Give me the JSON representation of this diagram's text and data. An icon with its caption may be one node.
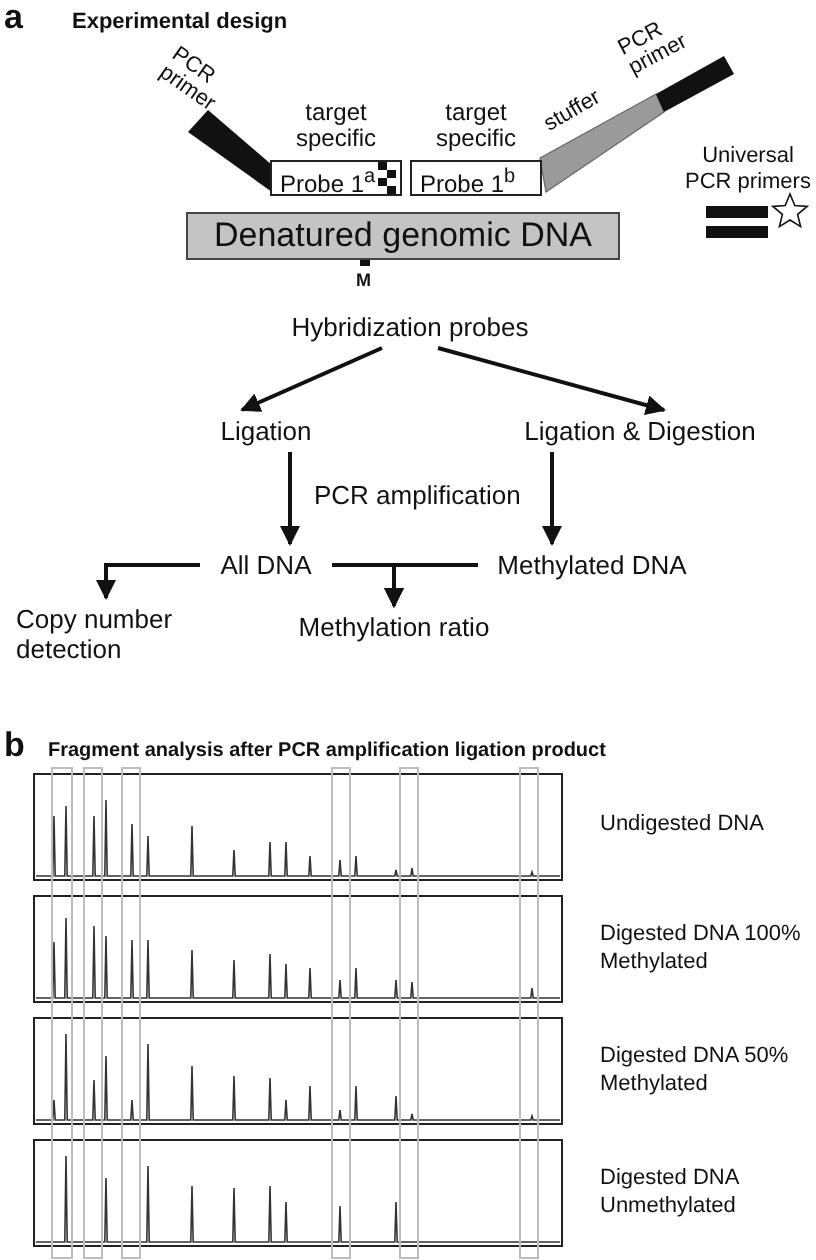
{
  "diagram": {
    "nodes": [
      {
        "text": [
          "target specific",
          "Probe 1$^{a}$"
        ]
      },
      {
        "text": [
          "target specific",
          "Probe 1$^{b}$"
        ]
      },
      {
        "text": [
          "Denatured genomic DNA"
        ],
        "beside": [
          "M"
        ]
      },
      {
        "text": [
          "Hybridization probes"
        ]
      },
      {
        "text": [
          "Ligation"
        ]
      },
      {
        "text": [
          "Ligation & Digestion"
        ]
      },
      {
        "text": [
          "All DNA"
        ]
      },
      {
        "text": [
          "Methylated DNA"
        ]
      },
      {
        "text": [
          "Copy number detection"
        ]
      },
      {
        "text": [
          "Methylation ratio"
        ]
      }
    ],
    "edges": [
      {
        "from": 3,
        "to": 4,
        "arrow": "to"
      },
      {
        "from": 3,
        "to": 5,
        "arrow": "to"
      },
      {
        "from": 4,
        "to": 6,
        "arrow": "to"
      },
      {
        "from": 5,
        "to": 7,
        "arrow": "to"
      },
      {
        "from": 6,
        "to": 8,
        "arrow": "to"
      },
      {
        "from": 6,
        "to": 9,
        "arrow": "to"
      },
      {
        "from": 7,
        "to": 9,
        "arrow": "to"
      }
    ],
    "labels": [
      "a",
      "Experimental design",
      "PCR primer",
      "stuffer",
      "PCR primer",
      "Universal PCR primers",
      "PCR amplification",
      "b",
      "Fragment analysis after PCR amplification ligation product",
      "Undigested DNA",
      "Digested DNA 100% Methylated",
      "Digested DNA 50% Methylated",
      "Digested DNA Unmethylated"
    ]
  }
}
